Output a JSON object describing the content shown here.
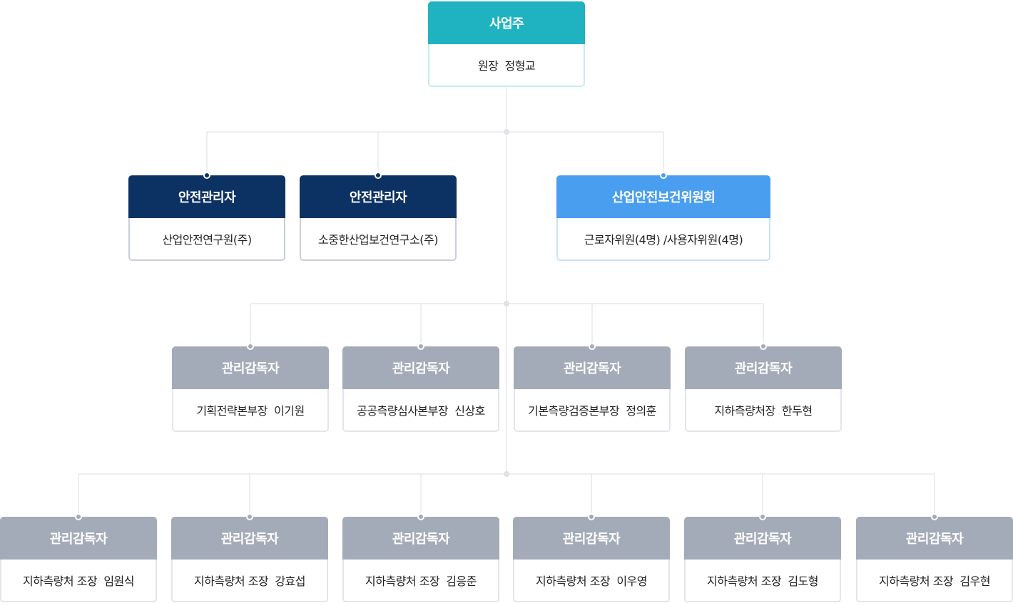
{
  "owner": {
    "title": "사업주",
    "name": "원장  정형교"
  },
  "safety_managers": [
    {
      "title": "안전관리자",
      "name": "산업안전연구원(주)"
    },
    {
      "title": "안전관리자",
      "name": "소중한산업보건연구소(주)"
    }
  ],
  "committee": {
    "title": "산업안전보건위원회",
    "name": "근로자위원(4명) /사용자위원(4명)"
  },
  "supervisors_row1": [
    {
      "title": "관리감독자",
      "name": "기획전략본부장  이기원"
    },
    {
      "title": "관리감독자",
      "name": "공공측량심사본부장  신상호"
    },
    {
      "title": "관리감독자",
      "name": "기본측량검증본부장  정의훈"
    },
    {
      "title": "관리감독자",
      "name": "지하측량처장  한두현"
    }
  ],
  "supervisors_row2": [
    {
      "title": "관리감독자",
      "name": "지하측량처 조장  임원식"
    },
    {
      "title": "관리감독자",
      "name": "지하측량처 조장  강효섭"
    },
    {
      "title": "관리감독자",
      "name": "지하측량처 조장  김응준"
    },
    {
      "title": "관리감독자",
      "name": "지하측량처 조장  이우영"
    },
    {
      "title": "관리감독자",
      "name": "지하측량처 조장  김도형"
    },
    {
      "title": "관리감독자",
      "name": "지하측량처 조장  김우현"
    }
  ],
  "colors": {
    "owner": "#1fb3c2",
    "safety_manager": "#0c3163",
    "committee": "#4a9ef0",
    "supervisor": "#a4abb8",
    "connector": "#d8dce2"
  }
}
